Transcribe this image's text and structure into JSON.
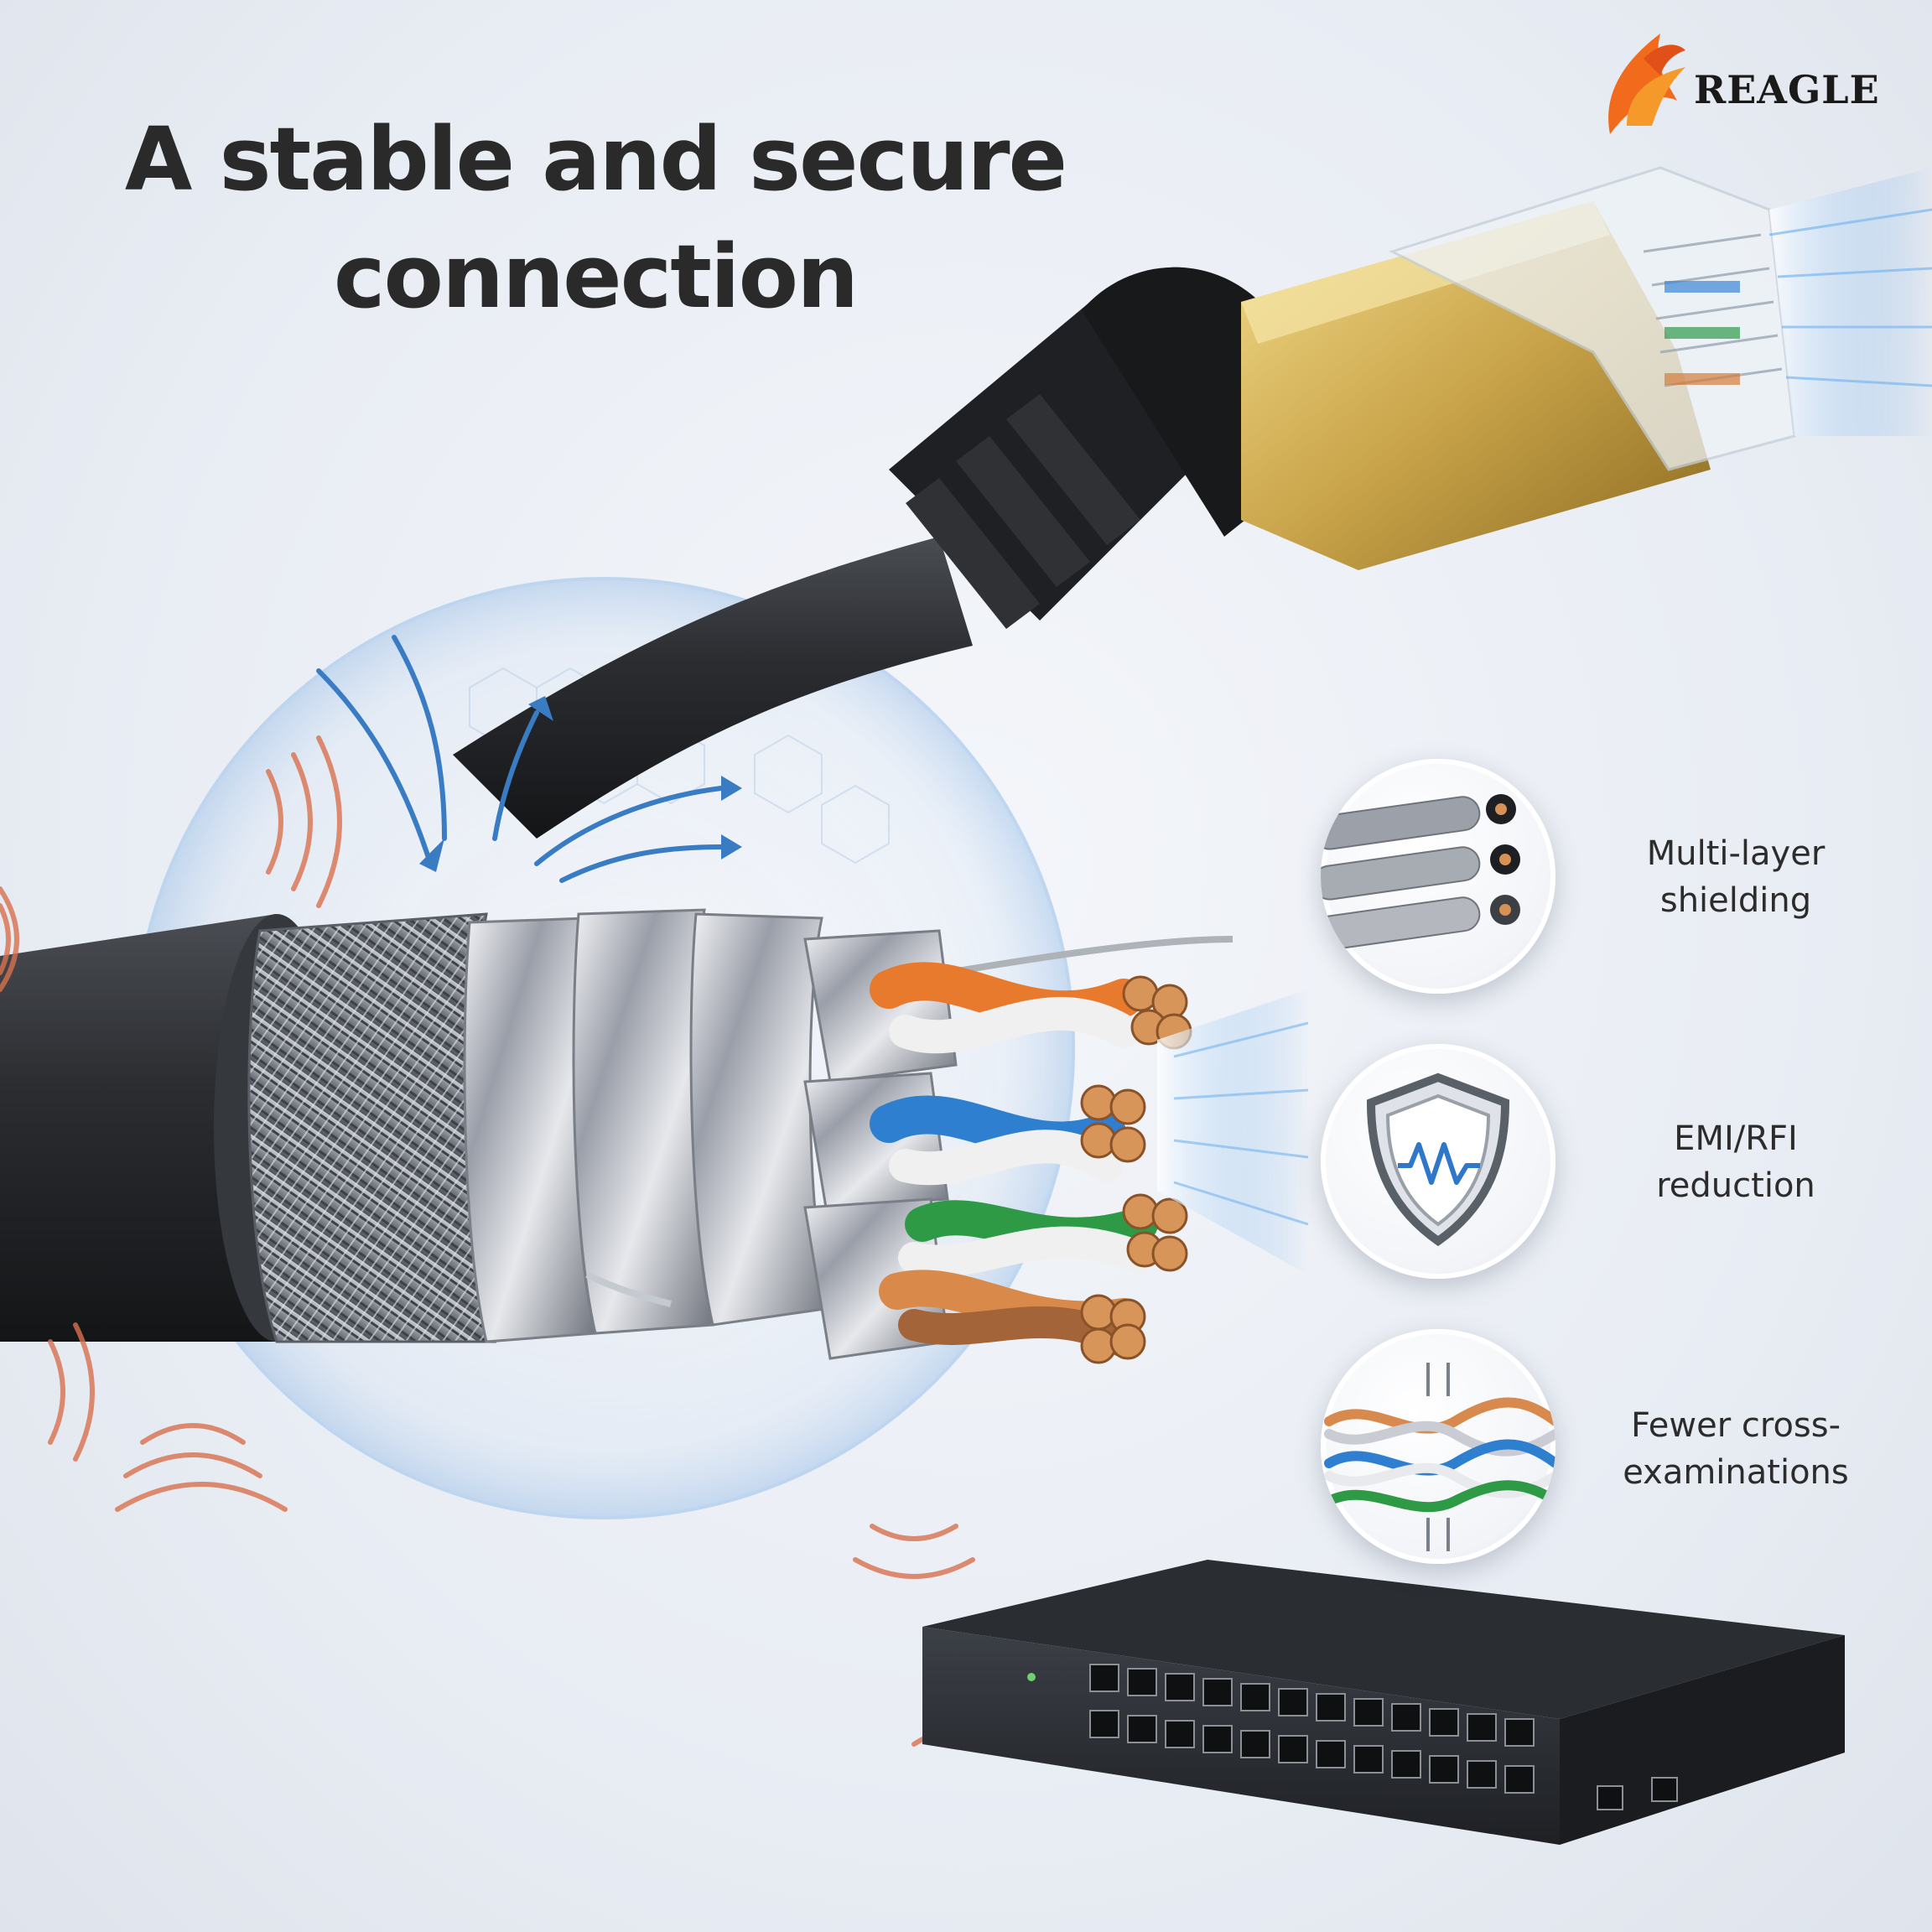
{
  "headline": {
    "line1": "A stable and secure",
    "line2": "connection"
  },
  "brand": {
    "name": "REAGLE",
    "accent": "#f26a1b"
  },
  "features": [
    {
      "line1": "Multi-layer",
      "line2": "shielding",
      "icon": "shielded-cable-icon"
    },
    {
      "line1": "EMI/RFI",
      "line2": "reduction",
      "icon": "shield-wave-icon"
    },
    {
      "line1": "Fewer cross-",
      "line2": "examinations",
      "icon": "twisted-pairs-icon"
    }
  ],
  "colors": {
    "cable": "#2b2d31",
    "gold": "#c9a44a",
    "signal": "#3a86d6",
    "interference": "#d9714e"
  }
}
